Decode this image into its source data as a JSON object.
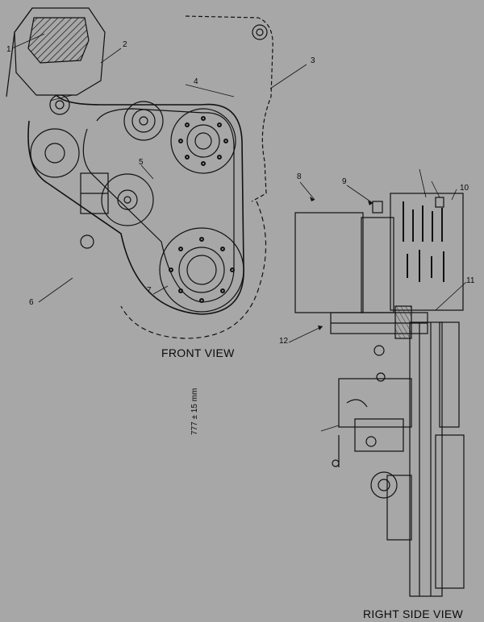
{
  "views": {
    "front": "FRONT VIEW",
    "right_side": "RIGHT SIDE VIEW"
  },
  "callouts": {
    "c1": "1",
    "c2": "2",
    "c3": "3",
    "c4": "4",
    "c5": "5",
    "c6": "6",
    "c7": "7",
    "c8": "8",
    "c9": "9",
    "c10": "10",
    "c11": "11",
    "c12": "12"
  },
  "dimensions": {
    "note": "777 ± 15 mm"
  },
  "colors": {
    "background": "#a7a7a7",
    "ink": "#0a0a0a"
  }
}
